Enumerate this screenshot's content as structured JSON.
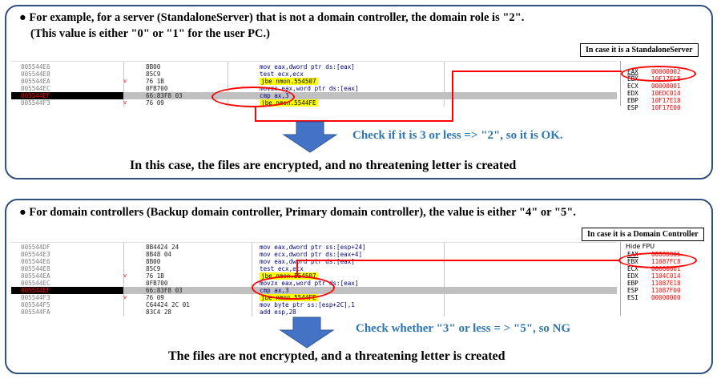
{
  "panel1": {
    "bullet_line1": "● For example, for a server (StandaloneServer) that is not a domain controller, the domain role is \"2\".",
    "bullet_line2": "(This value is either \"0\" or \"1\" for the user PC.)",
    "tag": "In case it is a StandaloneServer",
    "callout": "Check if it is 3 or less => \"2\", so it is OK.",
    "conclusion": "In this case, the files are encrypted, and no threatening letter is created",
    "rows": [
      {
        "addr": "005544E6",
        "arrow": "",
        "bytes": "8B00",
        "instr": "mov eax,dword ptr ds:[eax]",
        "jmp": false
      },
      {
        "addr": "005544E8",
        "arrow": "",
        "bytes": "85C9",
        "instr": "test ecx,ecx",
        "jmp": false
      },
      {
        "addr": "005544EA",
        "arrow": "v",
        "bytes": "76 1B",
        "instr": "jbe nmon.554507",
        "jmp": true
      },
      {
        "addr": "005544EC",
        "arrow": "",
        "bytes": "0FB700",
        "instr": "movzx eax,word ptr ds:[eax]",
        "jmp": false
      },
      {
        "addr": "005544EF",
        "arrow": "",
        "bytes": "66:83F8 03",
        "instr": "cmp ax,3",
        "jmp": false
      },
      {
        "addr": "005544F3",
        "arrow": "v",
        "bytes": "76 09",
        "instr": "jbe nmon.5544FE",
        "jmp": true
      }
    ],
    "regs": [
      {
        "name": "EAX",
        "value": "00000002"
      },
      {
        "name": "EBX",
        "value": "10F17FC8"
      },
      {
        "name": "ECX",
        "value": "00000001"
      },
      {
        "name": "EDX",
        "value": "10EDC014"
      },
      {
        "name": "EBP",
        "value": "10F17E18"
      },
      {
        "name": "ESP",
        "value": "10F17E00"
      }
    ]
  },
  "panel2": {
    "bullet_line1": "● For domain controllers (Backup domain controller, Primary domain controller), the value is either \"4\" or \"5\".",
    "tag": "In case it is a Domain Controller",
    "callout": "Check whether \"3\" or less = > \"5\", so NG",
    "conclusion": "The files are not encrypted, and a threatening letter is created",
    "reg_header": "Hide FPU",
    "rows": [
      {
        "addr": "005544DF",
        "arrow": "",
        "bytes": "8B4424 24",
        "instr": "mov eax,dword ptr ss:[esp+24]",
        "jmp": false
      },
      {
        "addr": "005544E3",
        "arrow": "",
        "bytes": "8B48 04",
        "instr": "mov ecx,dword ptr ds:[eax+4]",
        "jmp": false
      },
      {
        "addr": "005544E6",
        "arrow": "",
        "bytes": "8B00",
        "instr": "mov eax,dword ptr ds:[eax]",
        "jmp": false
      },
      {
        "addr": "005544E8",
        "arrow": "",
        "bytes": "85C9",
        "instr": "test ecx,ecx",
        "jmp": false
      },
      {
        "addr": "005544EA",
        "arrow": "v",
        "bytes": "76 1B",
        "instr": "jbe nmon.554507",
        "jmp": true
      },
      {
        "addr": "005544EC",
        "arrow": "",
        "bytes": "0FB700",
        "instr": "movzx eax,word ptr ds:[eax]",
        "jmp": false
      },
      {
        "addr": "005544EF",
        "arrow": "",
        "bytes": "66:83F8 03",
        "instr": "cmp ax,3",
        "jmp": false
      },
      {
        "addr": "005544F3",
        "arrow": "v",
        "bytes": "76 09",
        "instr": "jbe nmon.5544FE",
        "jmp": true
      },
      {
        "addr": "005544F5",
        "arrow": "",
        "bytes": "C64424 2C 01",
        "instr": "mov byte ptr ss:[esp+2C],1",
        "jmp": false
      },
      {
        "addr": "005544FA",
        "arrow": "",
        "bytes": "83C4 28",
        "instr": "add esp,28",
        "jmp": false
      }
    ],
    "regs": [
      {
        "name": "EAX",
        "value": "00000005"
      },
      {
        "name": "EBX",
        "value": "11087FC8"
      },
      {
        "name": "ECX",
        "value": "00000001"
      },
      {
        "name": "EDX",
        "value": "1104C014"
      },
      {
        "name": "EBP",
        "value": "11087E18"
      },
      {
        "name": "ESP",
        "value": "11087F00"
      },
      {
        "name": "ESI",
        "value": "00000000"
      }
    ]
  },
  "colors": {
    "accent": "#2e75b6",
    "highlight": "#ff0000",
    "jump": "#ffff00",
    "border": "#2f4f7f"
  }
}
